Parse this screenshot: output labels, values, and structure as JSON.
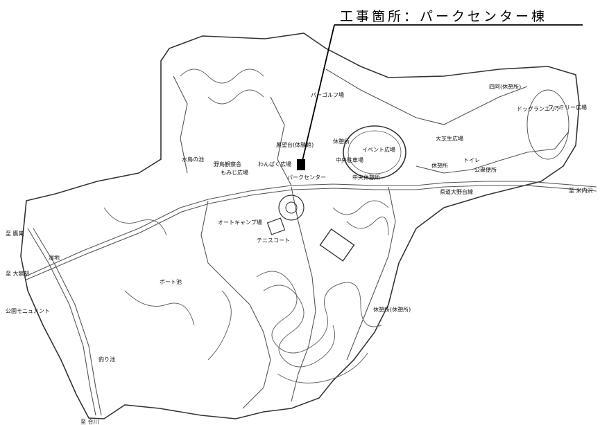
{
  "callout": {
    "title": "工事箇所：パークセンター棟"
  },
  "map": {
    "labels": {
      "upper_plaza": "パーゴルフ場",
      "pond_bird": "水鳥の池",
      "bird_house": "野鳥観察舎",
      "forest_plaza": "わんぱく広場",
      "tree_plaza": "もみじ広場",
      "park_center": "パークセンター",
      "rest_house": "休憩所",
      "event_plaza": "イベント広場",
      "central_parking": "中央駐車場",
      "central_rest": "中央休憩所",
      "lawn_plaza": "大芝生広場",
      "lodge": "休憩所",
      "observatory": "展望台(体験館)",
      "playground": "ドッグランエリア",
      "sports_plaza": "ファミリー広場",
      "lavatory": "トイレ",
      "east_toilet": "公衆便所",
      "barbecue": "オートキャンプ場",
      "tennis": "テニスコート",
      "boat_pond": "ボート池",
      "swamp": "湿地",
      "fishing_pond": "釣り池",
      "main_road": "県道大野台線",
      "to_east": "至 米内沢",
      "to_kitaura": "至 鷹巣",
      "to_odate": "至 大館駅",
      "monument": "公園モニュメント",
      "to_aikawa": "至 合川",
      "rest_spot": "休憩所(休憩所)",
      "north_rest": "四阿(休憩所)"
    }
  }
}
